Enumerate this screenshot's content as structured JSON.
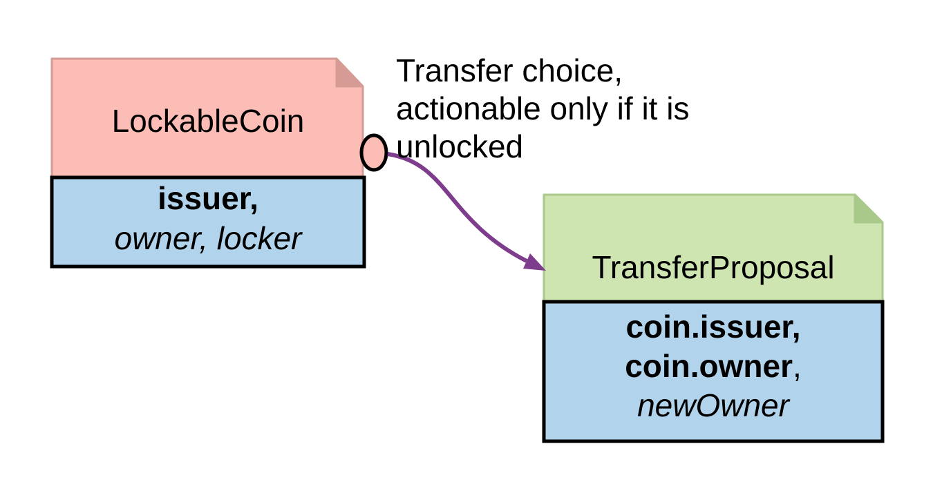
{
  "canvas": {
    "background": "#ffffff"
  },
  "colors": {
    "pink_fill": "#fbbdb5",
    "pink_border": "#d69b94",
    "green_fill": "#cfe5b1",
    "green_border": "#a9c98a",
    "blue_fill": "#b1d3eb",
    "black_border": "#000000",
    "purple_arrow": "#7d3c8c",
    "text": "#000000"
  },
  "lockable_coin": {
    "title": "LockableCoin",
    "signatories_bold": "issuer,",
    "observers_italic": "owner, locker"
  },
  "transfer_proposal": {
    "title": "TransferProposal",
    "signatories_bold_line1": "coin.issuer,",
    "signatories_bold_line2": "coin.owner",
    "line2_suffix": ",",
    "controller_italic_line3": "newOwner"
  },
  "annotation": {
    "line1": "Transfer choice,",
    "line2": "actionable only if it is",
    "line3": "unlocked"
  }
}
